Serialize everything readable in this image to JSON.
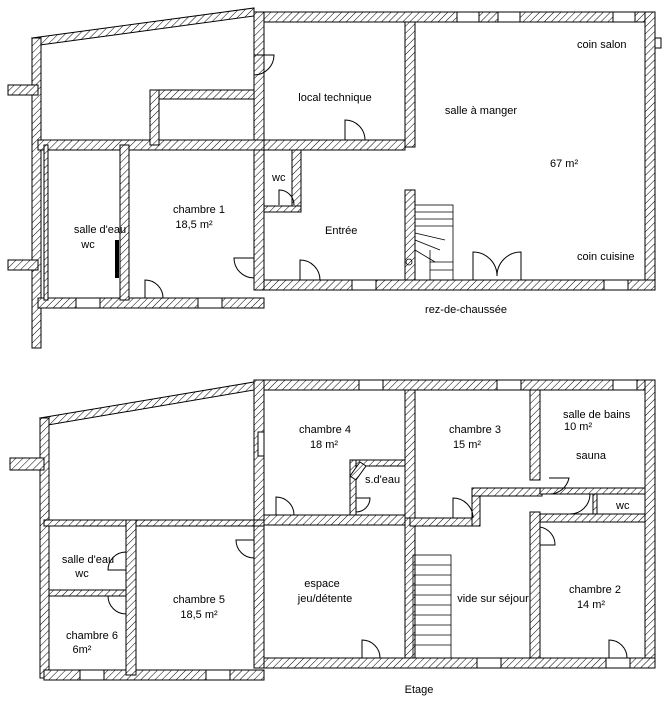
{
  "ground_floor": {
    "caption": "rez-de-chaussée",
    "rooms": {
      "local_technique": "local technique",
      "salle_a_manger": "salle à manger",
      "coin_salon": "coin salon",
      "area_67": "67 m²",
      "coin_cuisine": "coin cuisine",
      "wc": "wc",
      "entree": "Entrée",
      "chambre1_name": "chambre 1",
      "chambre1_area": "18,5 m²",
      "salle_eau": "salle d'eau",
      "salle_eau_wc": "wc"
    }
  },
  "upper_floor": {
    "caption": "Etage",
    "rooms": {
      "chambre4_name": "chambre 4",
      "chambre4_area": "18 m²",
      "chambre3_name": "chambre 3",
      "chambre3_area": "15 m²",
      "salle_bains": "salle de bains",
      "salle_bains_area": "10 m²",
      "sauna": "sauna",
      "sdeau": "s.d'eau",
      "wc": "wc",
      "salle_eau": "salle d'eau",
      "salle_eau_wc": "wc",
      "chambre6_name": "chambre 6",
      "chambre6_area": "6m²",
      "chambre5_name": "chambre 5",
      "chambre5_area": "18,5 m²",
      "espace": "espace",
      "jeu": "jeu/détente",
      "vide": "vide sur séjour",
      "chambre2_name": "chambre 2",
      "chambre2_area": "14 m²"
    }
  }
}
